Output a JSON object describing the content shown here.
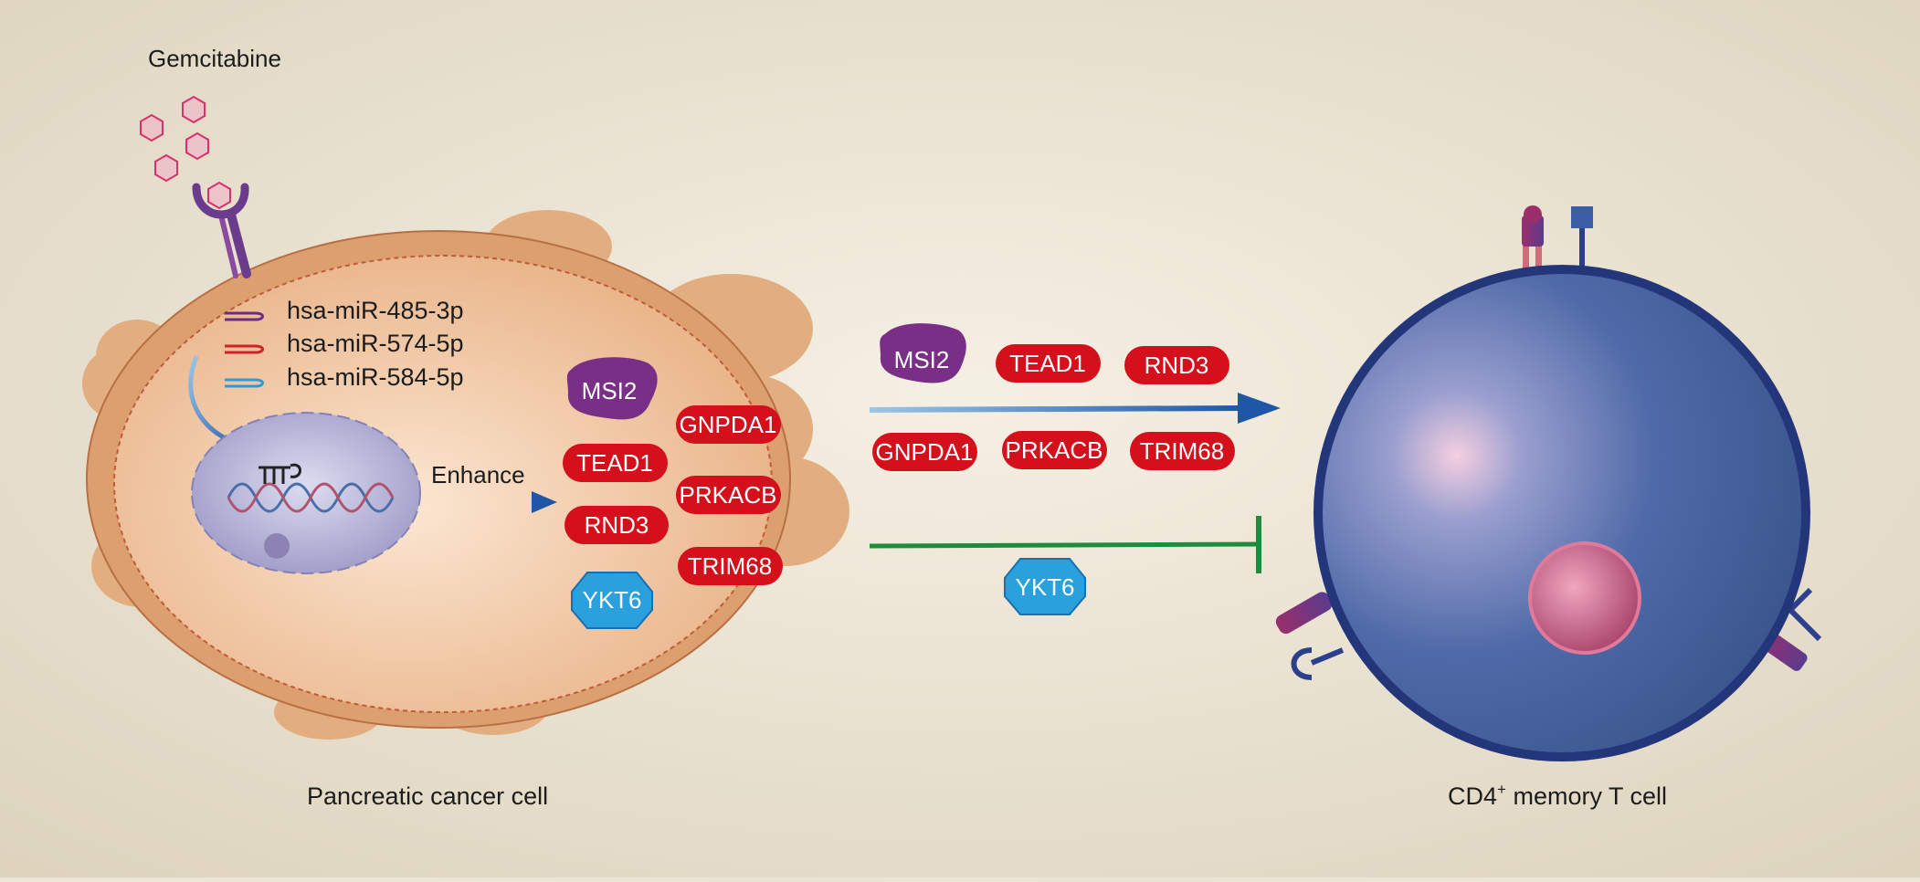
{
  "drug_label": "Gemcitabine",
  "mirnas": [
    {
      "label": "hsa-miR-485-3p",
      "color": "#6a2d82"
    },
    {
      "label": "hsa-miR-574-5p",
      "color": "#d32027"
    },
    {
      "label": "hsa-miR-584-5p",
      "color": "#2e9bd6"
    }
  ],
  "enhance_label": "Enhance",
  "proteins": {
    "msi2": "MSI2",
    "tead1": "TEAD1",
    "rnd3": "RND3",
    "gnpda1": "GNPDA1",
    "prkacb": "PRKACB",
    "trim68": "TRIM68",
    "ykt6": "YKT6"
  },
  "captions": {
    "cancer_cell": "Pancreatic cancer cell",
    "t_cell_prefix": "CD4",
    "t_cell_sup": "+",
    "t_cell_suffix": " memory T cell"
  },
  "colors": {
    "red_protein": "#d3101c",
    "msi2": "#7a2f86",
    "ykt6": "#2aa0dc",
    "activate_arrow": "#1f56a6",
    "inhibit_line": "#1e8c3a",
    "cancer_cell": "#efc39a",
    "t_cell": "#4d6aa6"
  }
}
